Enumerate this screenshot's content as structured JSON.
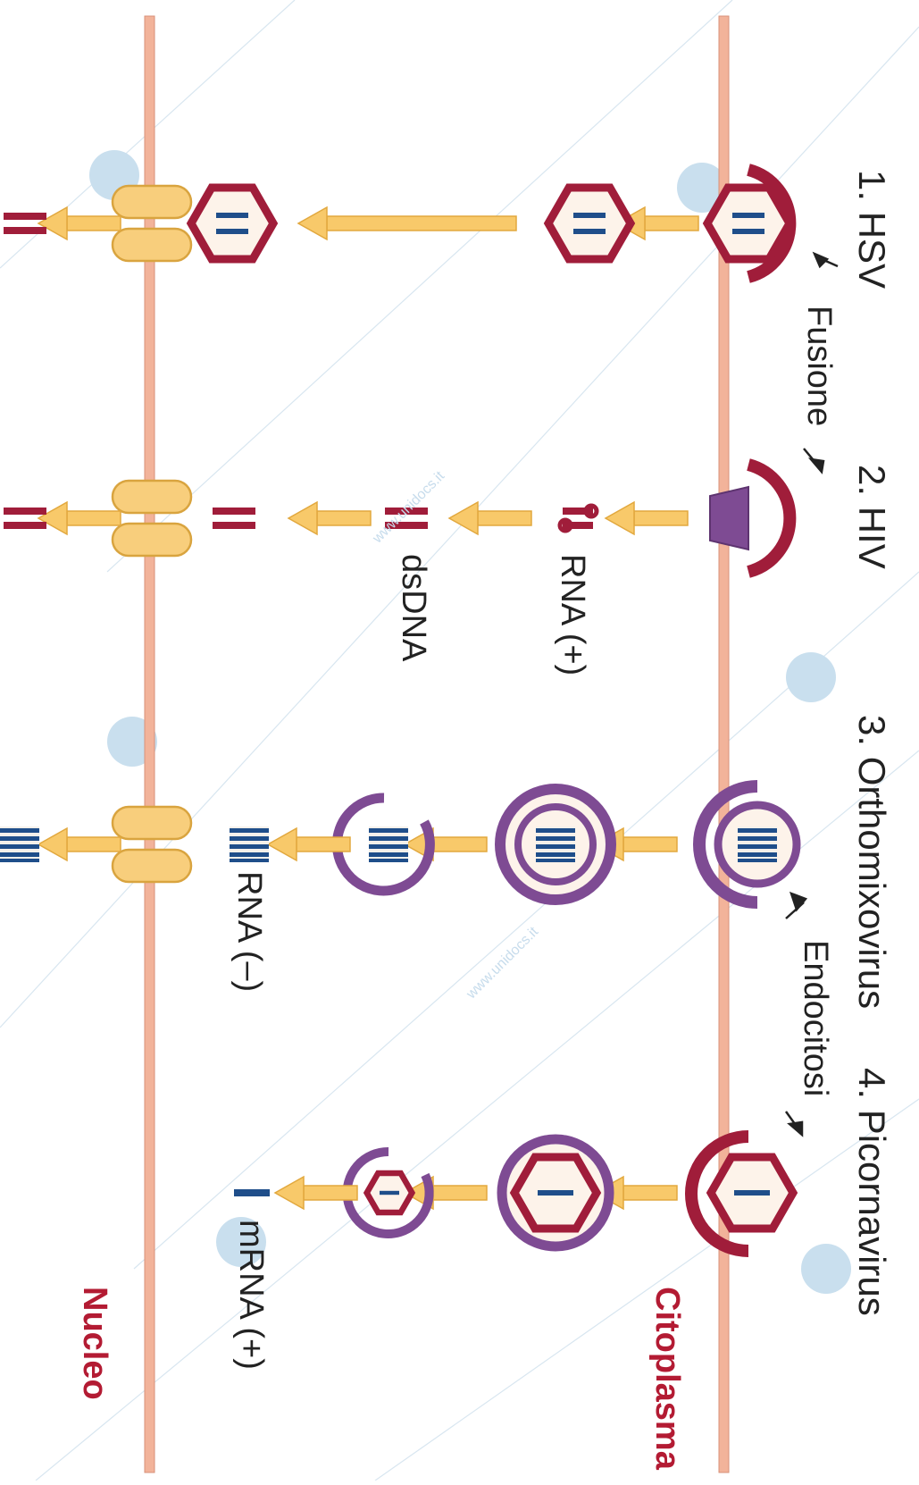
{
  "viruses": [
    {
      "label": "1. HSV"
    },
    {
      "label": "2. HIV"
    },
    {
      "label": "3. Orthomixovirus"
    },
    {
      "label": "4. Picornavirus"
    }
  ],
  "entry_mechanisms": {
    "fusion": "Fusione",
    "endocytosis": "Endocitosi"
  },
  "molecules": {
    "rna_plus": "RNA (+)",
    "dsdna": "dsDNA",
    "rna_minus": "RNA (–)",
    "mrna_plus": "mRNA (+)"
  },
  "compartments": {
    "cytoplasm": "Citoplasma",
    "nucleus": "Nucleo"
  },
  "watermark": "www.unidocs.it",
  "colors": {
    "membrane": "#f2b39a",
    "capsid": "#a01d3a",
    "envelope": "#7e4b93",
    "arrow": "#f8c96a",
    "genome": "#1f4e8a",
    "label_red": "#b31b33"
  }
}
